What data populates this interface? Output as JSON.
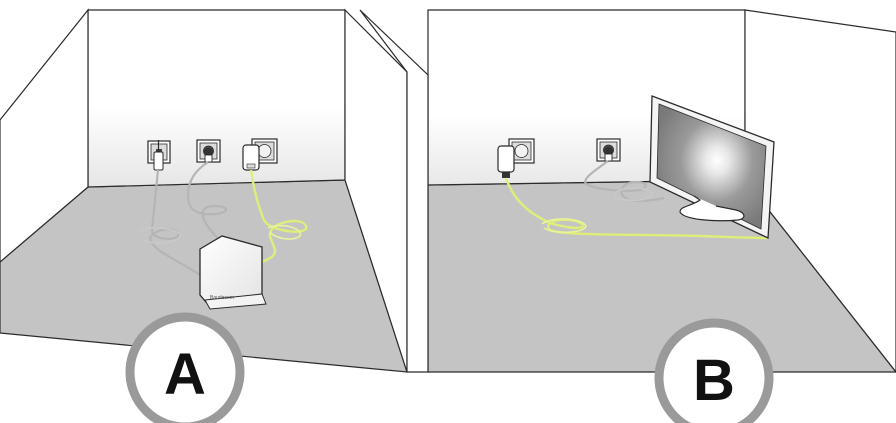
{
  "illustration": {
    "room_a": {
      "label": "A",
      "router_brand": "Baudecom"
    },
    "room_b": {
      "label": "B"
    },
    "colors": {
      "floor": "#c4c4c4",
      "wall": "#ffffff",
      "line": "#2b2b2b",
      "powerline_cable": "#dfee7a",
      "coax_cable": "#b5b5b5",
      "label_circle": "#9a9a9a"
    }
  }
}
